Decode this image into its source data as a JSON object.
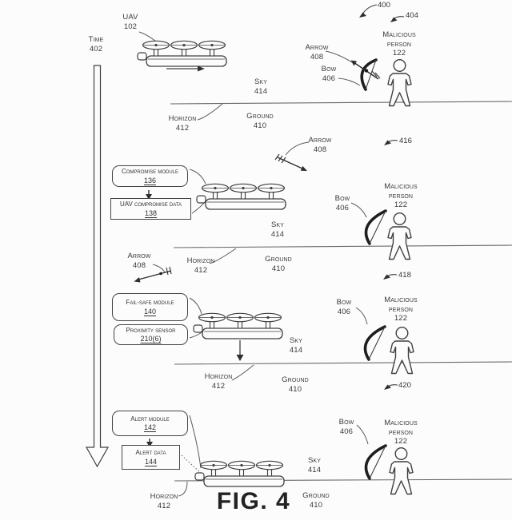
{
  "figure": {
    "caption": "FIG. 4",
    "ref": "400"
  },
  "timeline": {
    "label": "Time",
    "num": "402"
  },
  "panels": [
    {
      "ref": "404",
      "uav": {
        "label": "UAV",
        "num": "102"
      },
      "arrow": {
        "label": "Arrow",
        "num": "408"
      },
      "bow": {
        "label": "Bow",
        "num": "406"
      },
      "person": {
        "line1": "Malicious",
        "line2": "person",
        "num": "122"
      },
      "sky": {
        "label": "Sky",
        "num": "414"
      },
      "horizon": {
        "label": "Horizon",
        "num": "412"
      },
      "ground": {
        "label": "Ground",
        "num": "410"
      }
    },
    {
      "ref": "416",
      "arrow": {
        "label": "Arrow",
        "num": "408"
      },
      "boxes": [
        {
          "label": "Compromise module",
          "num": "136"
        },
        {
          "label": "UAV compromise data",
          "num": "138"
        }
      ],
      "bow": {
        "label": "Bow",
        "num": "406"
      },
      "person": {
        "line1": "Malicious",
        "line2": "person",
        "num": "122"
      },
      "sky": {
        "label": "Sky",
        "num": "414"
      },
      "horizon": {
        "label": "Horizon",
        "num": "412"
      },
      "ground": {
        "label": "Ground",
        "num": "410"
      }
    },
    {
      "ref": "418",
      "arrow": {
        "label": "Arrow",
        "num": "408"
      },
      "boxes": [
        {
          "label": "Fail-safe module",
          "num": "140"
        },
        {
          "label": "Proximity sensor",
          "num": "210(6)"
        }
      ],
      "bow": {
        "label": "Bow",
        "num": "406"
      },
      "person": {
        "line1": "Malicious",
        "line2": "person",
        "num": "122"
      },
      "sky": {
        "label": "Sky",
        "num": "414"
      },
      "horizon": {
        "label": "Horizon",
        "num": "412"
      },
      "ground": {
        "label": "Ground",
        "num": "410"
      }
    },
    {
      "ref": "420",
      "boxes": [
        {
          "label": "Alert module",
          "num": "142"
        },
        {
          "label": "Alert data",
          "num": "144"
        }
      ],
      "bow": {
        "label": "Bow",
        "num": "406"
      },
      "person": {
        "line1": "Malicious",
        "line2": "person",
        "num": "122"
      },
      "sky": {
        "label": "Sky",
        "num": "414"
      },
      "horizon": {
        "label": "Horizon",
        "num": "412"
      },
      "ground": {
        "label": "Ground",
        "num": "410"
      }
    }
  ],
  "colors": {
    "ink": "#3f3f3f",
    "line": "#5a5a5a",
    "background": "#fcfcfc"
  }
}
